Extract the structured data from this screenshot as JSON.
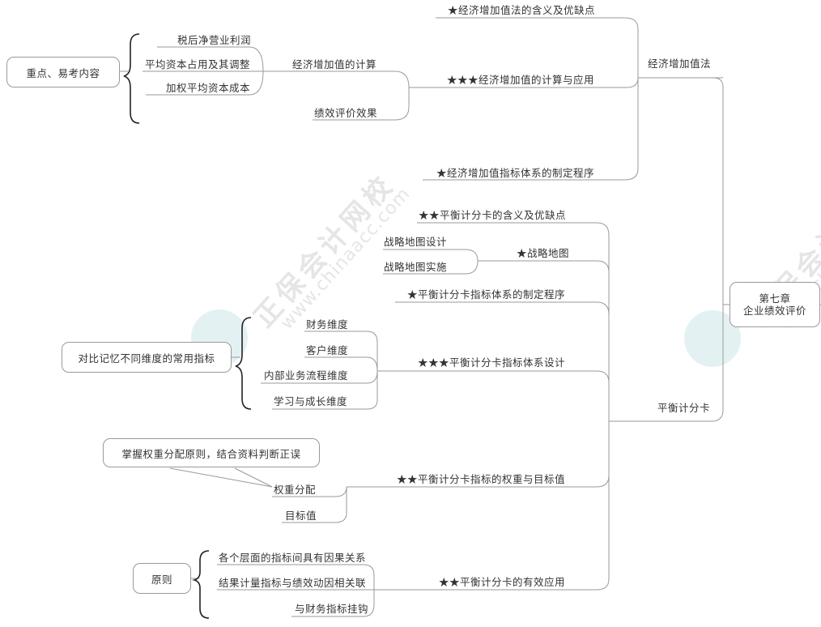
{
  "root": {
    "line1": "第七章",
    "line2": "企业绩效评价"
  },
  "branches": {
    "eva": {
      "label": "经济增加值法",
      "children": [
        {
          "label": "★经济增加值法的含义及优缺点"
        },
        {
          "label": "★★★经济增加值的计算与应用",
          "sub": {
            "calc_label": "经济增加值的计算",
            "calc_items": [
              "税后净营业利润",
              "平均资本占用及其调整",
              "加权平均资本成本"
            ],
            "effect_label": "绩效评价效果",
            "note": "重点、易考内容"
          }
        },
        {
          "label": "★经济增加值指标体系的制定程序"
        }
      ]
    },
    "bsc": {
      "label": "平衡计分卡",
      "children": [
        {
          "label": "★★平衡计分卡的含义及优缺点"
        },
        {
          "label": "★战略地图",
          "items": [
            "战略地图设计",
            "战略地图实施"
          ]
        },
        {
          "label": "★平衡计分卡指标体系的制定程序"
        },
        {
          "label": "★★★平衡计分卡指标体系设计",
          "items": [
            "财务维度",
            "客户维度",
            "内部业务流程维度",
            "学习与成长维度"
          ],
          "note": "对比记忆不同维度的常用指标"
        },
        {
          "label": "★★平衡计分卡指标的权重与目标值",
          "items": [
            "权重分配",
            "目标值"
          ],
          "callout": "掌握权重分配原则，结合资料判断正误"
        },
        {
          "label": "★★平衡计分卡的有效应用",
          "items": [
            "各个层面的指标间具有因果关系",
            "结果计量指标与绩效动因相关联",
            "与财务指标挂钩"
          ],
          "note": "原则"
        }
      ]
    }
  },
  "watermark": {
    "cn": "正保会计网校",
    "en": "www.chinaacc.com"
  },
  "colors": {
    "line": "#9a9a9a",
    "brace": "#222222",
    "text": "#333333",
    "watermark": "#c8c8c8",
    "logo_bg": "#c3e1e4"
  }
}
